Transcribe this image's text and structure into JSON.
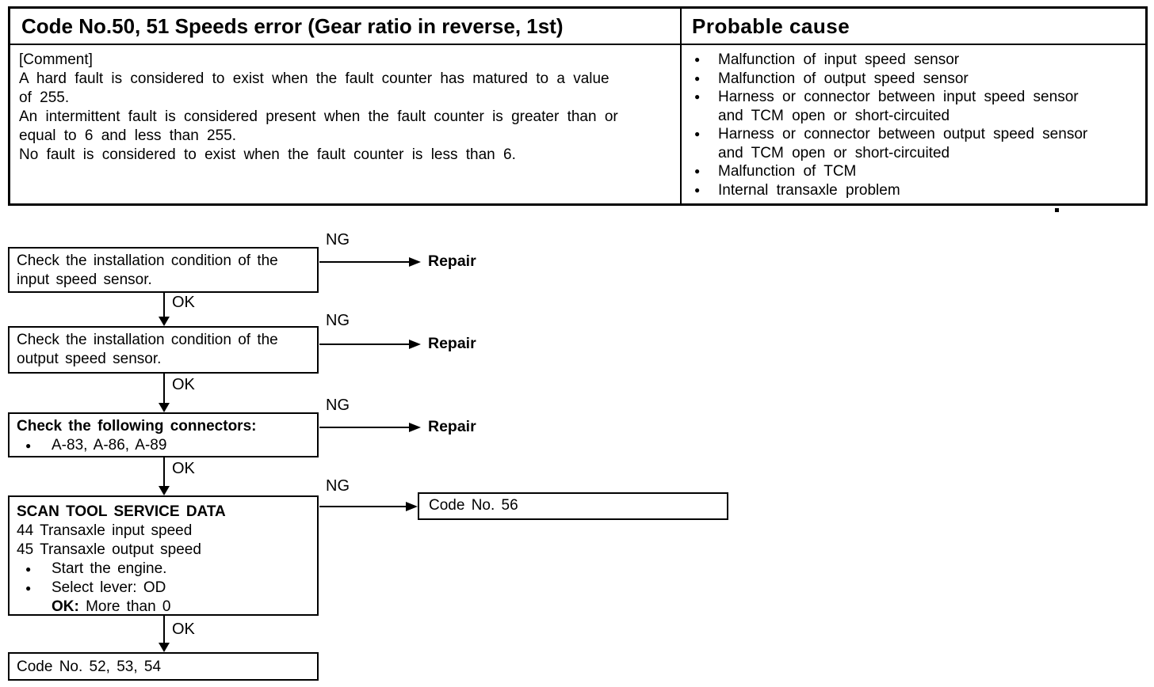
{
  "glyphs": {
    "bullet": "●"
  },
  "table": {
    "title": "Code No.50, 51 Speeds error (Gear ratio in reverse, 1st)",
    "probable_cause_header": "Probable cause",
    "comment_lines": [
      "[Comment]",
      "A hard fault is considered to exist when the fault counter has matured to a value",
      "of 255.",
      "An intermittent fault is considered present when the fault counter is greater than or",
      "equal to 6 and less than 255.",
      "No fault is considered to exist when the fault counter is less than 6."
    ],
    "probable_causes": [
      {
        "lines": [
          "Malfunction of input speed sensor"
        ]
      },
      {
        "lines": [
          "Malfunction of output speed sensor"
        ]
      },
      {
        "lines": [
          "Harness or connector between input speed sensor",
          "and TCM open or short-circuited"
        ]
      },
      {
        "lines": [
          "Harness or connector between output speed sensor",
          "and TCM open or short-circuited"
        ]
      },
      {
        "lines": [
          "Malfunction of TCM"
        ]
      },
      {
        "lines": [
          "Internal transaxle problem"
        ]
      }
    ]
  },
  "flowchart": {
    "labels": {
      "ok": "OK",
      "ng": "NG"
    },
    "steps": [
      {
        "lines": [
          "Check the installation condition of the",
          "input speed sensor."
        ],
        "ng_result": "Repair"
      },
      {
        "lines": [
          "Check the installation condition of the",
          "output speed sensor."
        ],
        "ng_result": "Repair"
      },
      {
        "title": "Check the following connectors:",
        "bullets": [
          "A-83, A-86, A-89"
        ],
        "ng_result": "Repair"
      },
      {
        "title": "SCAN TOOL SERVICE DATA",
        "lines": [
          "44 Transaxle input speed",
          "45 Transaxle output speed"
        ],
        "bullets": [
          "Start the engine.",
          "Select lever: OD"
        ],
        "ok_criteria_label": "OK:",
        "ok_criteria_value": "More than 0",
        "ng_result_box": "Code No. 56"
      },
      {
        "final": "Code No. 52, 53, 54"
      }
    ]
  }
}
